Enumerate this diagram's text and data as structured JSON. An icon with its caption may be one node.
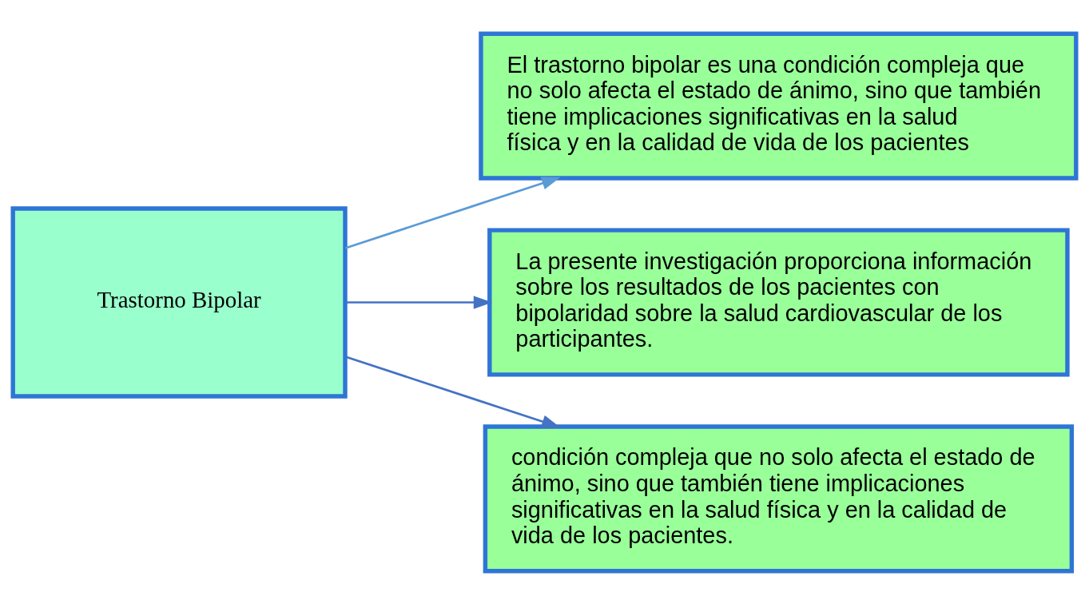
{
  "diagram": {
    "nodes": [
      {
        "text": [
          "Trastorno Bipolar"
        ]
      },
      {
        "text": [
          "El trastorno bipolar es una condición compleja que no solo afecta el estado de ánimo, sino que también tiene implicaciones significativas en la salud física y en la calidad de vida de los pacientes"
        ]
      },
      {
        "text": [
          "La presente investigación proporciona información sobre los resultados de los pacientes con bipolaridad sobre la salud cardiovascular de los participantes."
        ]
      },
      {
        "text": [
          "condición compleja que no solo afecta el estado de ánimo, sino que también tiene implicaciones significativas en la salud física y en la calidad de vida de los pacientes."
        ]
      }
    ],
    "edges": [
      {
        "from": 0,
        "to": 1,
        "arrow": "to",
        "color": "#5b9bd5"
      },
      {
        "from": 0,
        "to": 2,
        "arrow": "to"
      },
      {
        "from": 0,
        "to": 3,
        "arrow": "to"
      }
    ]
  }
}
